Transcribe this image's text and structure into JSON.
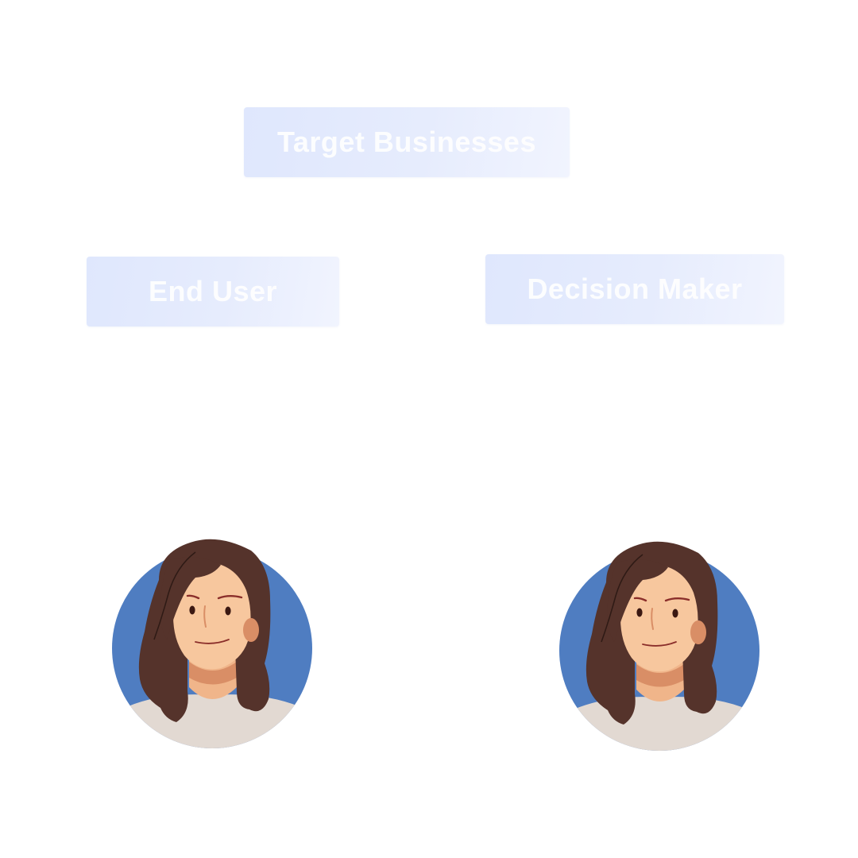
{
  "diagram": {
    "root": {
      "label": "Target Businesses"
    },
    "children": [
      {
        "label": "End User"
      },
      {
        "label": "Decision Maker"
      }
    ]
  },
  "avatars": [
    {
      "icon": "woman-avatar-icon"
    },
    {
      "icon": "woman-avatar-icon"
    }
  ],
  "colors": {
    "box_gradient_start": "#dfe7fd",
    "box_gradient_end": "#f1f4fe",
    "label_text": "#ffffff",
    "avatar_circle": "#4f7dc1",
    "hair": "#55332b",
    "skin": "#f7c79e",
    "shirt": "#e2d9d2"
  }
}
